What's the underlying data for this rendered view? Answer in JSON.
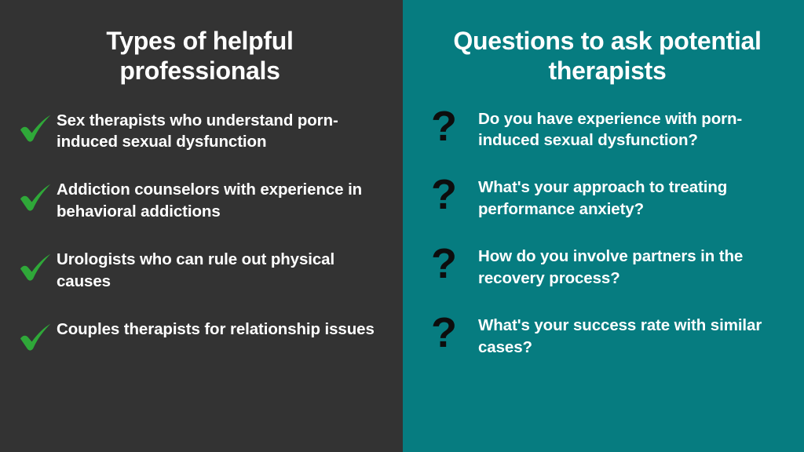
{
  "theme": {
    "left_background": "#333333",
    "right_background": "#067C80",
    "check_color": "#2FA839",
    "question_color": "#0d0d0d",
    "text_color": "#FFFFFF"
  },
  "left_panel": {
    "title": "Types of helpful professionals",
    "marker_icon": "check-icon",
    "items": [
      {
        "text": "Sex therapists who understand porn-induced sexual dysfunction"
      },
      {
        "text": "Addiction counselors with experience in behavioral addictions"
      },
      {
        "text": "Urologists who can rule out physical causes"
      },
      {
        "text": "Couples therapists for relationship issues"
      }
    ]
  },
  "right_panel": {
    "title": "Questions to ask potential therapists",
    "marker_icon": "question-mark-icon",
    "marker_glyph": "?",
    "items": [
      {
        "text": "Do you have experience with porn-induced sexual dysfunction?"
      },
      {
        "text": "What's your approach to treating performance anxiety?"
      },
      {
        "text": "How do you involve partners in the recovery process?"
      },
      {
        "text": "What's your success rate with similar cases?"
      }
    ]
  }
}
